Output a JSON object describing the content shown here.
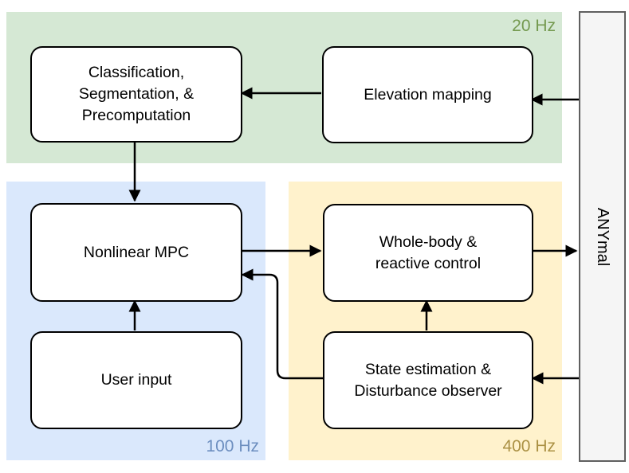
{
  "diagram": {
    "title_semantic": "ANYmal locomotion control architecture block diagram",
    "regions": [
      {
        "id": "perception",
        "rate_label": "20 Hz",
        "fill": "#d5e8d4",
        "label_color": "#74994f"
      },
      {
        "id": "planning",
        "rate_label": "100 Hz",
        "fill": "#dae8fc",
        "label_color": "#6c8ebf"
      },
      {
        "id": "control",
        "rate_label": "400 Hz",
        "fill": "#fff2cc",
        "label_color": "#ab9144"
      }
    ],
    "nodes": [
      {
        "id": "classification",
        "label": "Classification,\nSegmentation, &\nPrecomputation",
        "region": "perception"
      },
      {
        "id": "elevation",
        "label": "Elevation mapping",
        "region": "perception"
      },
      {
        "id": "mpc",
        "label": "Nonlinear MPC",
        "region": "planning"
      },
      {
        "id": "user-input",
        "label": "User input",
        "region": "planning"
      },
      {
        "id": "wbc",
        "label": "Whole-body &\nreactive control",
        "region": "control"
      },
      {
        "id": "state-est",
        "label": "State estimation &\nDisturbance observer",
        "region": "control"
      }
    ],
    "robot": {
      "label": "ANYmal",
      "fill": "#f5f5f5",
      "border_color": "#5f5f5f"
    },
    "edges": [
      {
        "from": "anymal",
        "to": "elevation"
      },
      {
        "from": "elevation",
        "to": "classification"
      },
      {
        "from": "classification",
        "to": "mpc"
      },
      {
        "from": "user-input",
        "to": "mpc"
      },
      {
        "from": "mpc",
        "to": "wbc"
      },
      {
        "from": "state-est",
        "to": "wbc"
      },
      {
        "from": "state-est",
        "to": "mpc"
      },
      {
        "from": "wbc",
        "to": "anymal"
      },
      {
        "from": "anymal",
        "to": "state-est"
      }
    ],
    "wire_color": "#000000"
  }
}
